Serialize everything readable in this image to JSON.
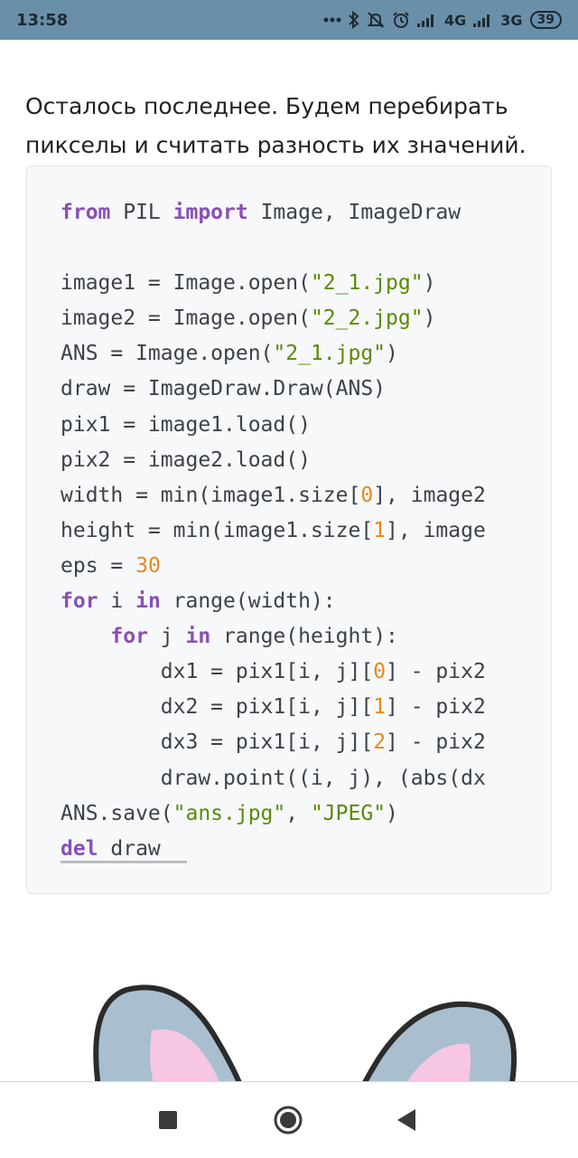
{
  "status_bar": {
    "time": "13:58",
    "icons": [
      "more-dots-icon",
      "bluetooth-icon",
      "mute-bell-icon",
      "alarm-icon",
      "signal-icon",
      "signal-icon"
    ],
    "network_1": "4G",
    "network_2": "3G",
    "battery": "39"
  },
  "article": {
    "intro_line_1": "Осталось последнее. Будем перебирать",
    "intro_line_2": "пикселы и считать разность их значений."
  },
  "code": {
    "lines": [
      [
        {
          "t": "kw",
          "v": "from"
        },
        {
          "t": "p",
          "v": " PIL "
        },
        {
          "t": "kw",
          "v": "import"
        },
        {
          "t": "p",
          "v": " Image, ImageDraw"
        }
      ],
      [],
      [
        {
          "t": "p",
          "v": "image1 = Image.open("
        },
        {
          "t": "str",
          "v": "\"2_1.jpg\""
        },
        {
          "t": "p",
          "v": ")"
        }
      ],
      [
        {
          "t": "p",
          "v": "image2 = Image.open("
        },
        {
          "t": "str",
          "v": "\"2_2.jpg\""
        },
        {
          "t": "p",
          "v": ")"
        }
      ],
      [
        {
          "t": "p",
          "v": "ANS = Image.open("
        },
        {
          "t": "str",
          "v": "\"2_1.jpg\""
        },
        {
          "t": "p",
          "v": ")"
        }
      ],
      [
        {
          "t": "p",
          "v": "draw = ImageDraw.Draw(ANS)"
        }
      ],
      [
        {
          "t": "p",
          "v": "pix1 = image1.load()"
        }
      ],
      [
        {
          "t": "p",
          "v": "pix2 = image2.load()"
        }
      ],
      [
        {
          "t": "p",
          "v": "width = min(image1.size["
        },
        {
          "t": "num",
          "v": "0"
        },
        {
          "t": "p",
          "v": "], image2"
        }
      ],
      [
        {
          "t": "p",
          "v": "height = min(image1.size["
        },
        {
          "t": "num",
          "v": "1"
        },
        {
          "t": "p",
          "v": "], image"
        }
      ],
      [
        {
          "t": "p",
          "v": "eps = "
        },
        {
          "t": "num",
          "v": "30"
        }
      ],
      [
        {
          "t": "kw",
          "v": "for"
        },
        {
          "t": "p",
          "v": " i "
        },
        {
          "t": "kw",
          "v": "in"
        },
        {
          "t": "p",
          "v": " range(width):"
        }
      ],
      [
        {
          "t": "p",
          "v": "    "
        },
        {
          "t": "kw",
          "v": "for"
        },
        {
          "t": "p",
          "v": " j "
        },
        {
          "t": "kw",
          "v": "in"
        },
        {
          "t": "p",
          "v": " range(height):"
        }
      ],
      [
        {
          "t": "p",
          "v": "        dx1 = pix1[i, j]["
        },
        {
          "t": "num",
          "v": "0"
        },
        {
          "t": "p",
          "v": "] - pix2"
        }
      ],
      [
        {
          "t": "p",
          "v": "        dx2 = pix1[i, j]["
        },
        {
          "t": "num",
          "v": "1"
        },
        {
          "t": "p",
          "v": "] - pix2"
        }
      ],
      [
        {
          "t": "p",
          "v": "        dx3 = pix1[i, j]["
        },
        {
          "t": "num",
          "v": "2"
        },
        {
          "t": "p",
          "v": "] - pix2"
        }
      ],
      [
        {
          "t": "p",
          "v": "        draw.point((i, j), (abs(dx"
        }
      ],
      [
        {
          "t": "p",
          "v": "ANS.save("
        },
        {
          "t": "str",
          "v": "\"ans.jpg\""
        },
        {
          "t": "p",
          "v": ", "
        },
        {
          "t": "str",
          "v": "\"JPEG\""
        },
        {
          "t": "p",
          "v": ")"
        }
      ],
      [
        {
          "t": "kw",
          "v": "del"
        },
        {
          "t": "p",
          "v": " draw"
        }
      ]
    ]
  },
  "illustration": {
    "icon": "bunny-ears-icon"
  },
  "nav_bar": {
    "icons": [
      "recent-apps-icon",
      "home-icon",
      "back-icon"
    ]
  },
  "colors": {
    "status_bar_bg": "#6a8fa9",
    "keyword": "#8a4fb3",
    "string": "#5b8a00",
    "number": "#e8891c",
    "code_text": "#3c4248",
    "code_bg": "#f6f8fa"
  }
}
